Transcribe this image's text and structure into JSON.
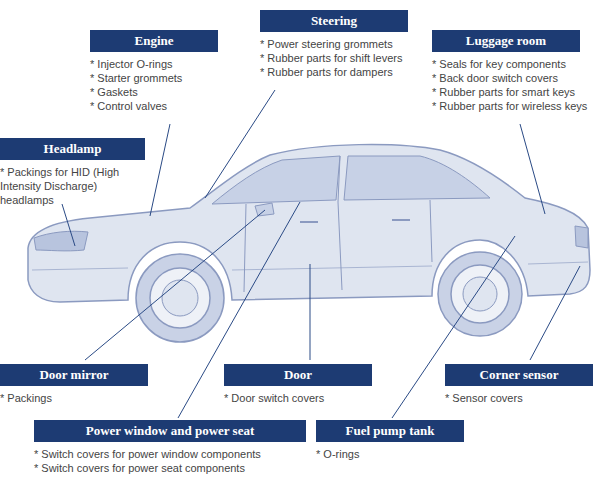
{
  "diagram": {
    "nodes": [
      {
        "text": [
          "Engine",
          "* Injector O-rings",
          "* Starter grommets",
          "* Gaskets",
          "* Control valves"
        ]
      },
      {
        "text": [
          "Steering",
          "* Power steering grommets",
          "* Rubber parts for shift levers",
          "* Rubber parts for dampers"
        ]
      },
      {
        "text": [
          "Luggage room",
          "* Seals for key components",
          "* Back door switch covers",
          "* Rubber parts for smart keys",
          "* Rubber parts for wireless keys"
        ]
      },
      {
        "text": [
          "Headlamp",
          "* Packings for HID (High Intensity Discharge) headlamps"
        ]
      },
      {
        "text": [
          "Door mirror",
          "* Packings"
        ]
      },
      {
        "text": [
          "Door",
          "* Door switch covers"
        ]
      },
      {
        "text": [
          "Corner sensor",
          "* Sensor covers"
        ]
      },
      {
        "text": [
          "Power window and power seat",
          "* Switch covers for power window components",
          "* Switch covers for power seat components"
        ]
      },
      {
        "text": [
          "Fuel pump tank",
          "* O-rings"
        ]
      }
    ]
  }
}
